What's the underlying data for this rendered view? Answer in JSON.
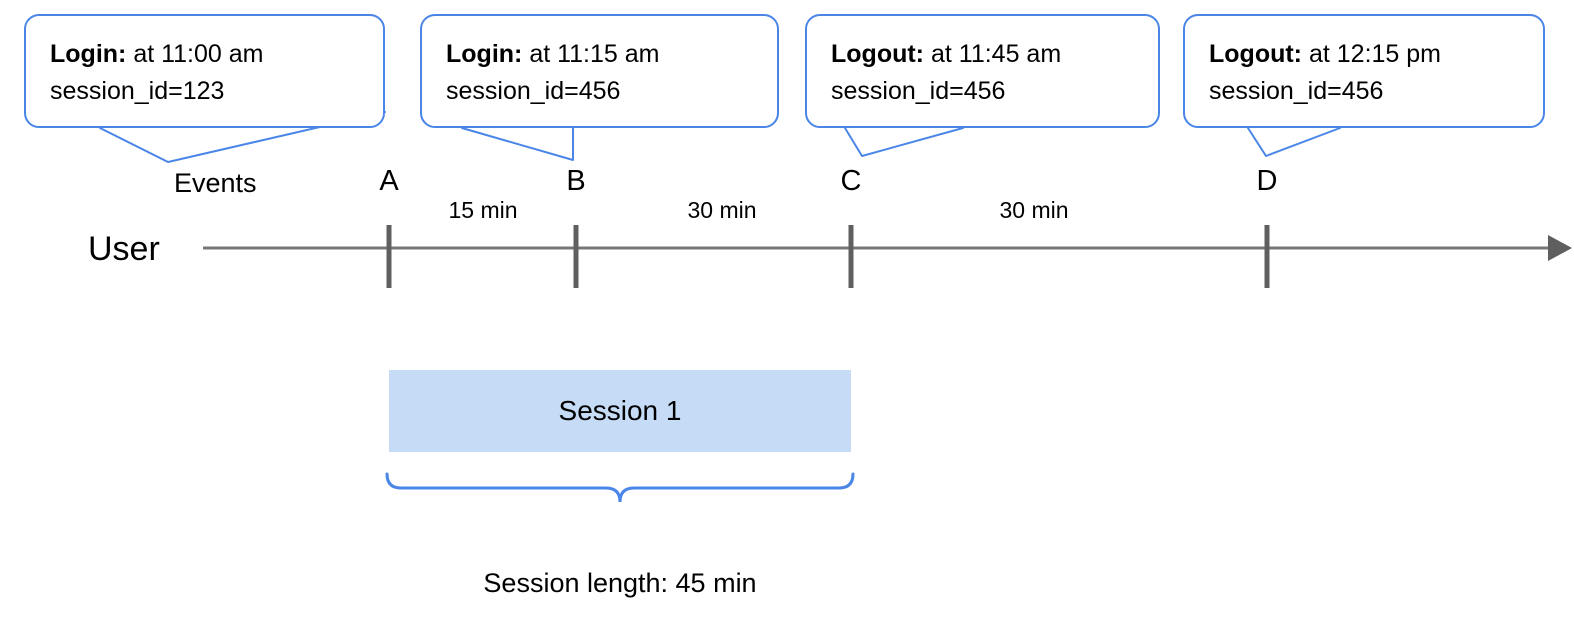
{
  "diagram": {
    "title_axis_label": "User",
    "events_row_label": "Events",
    "colors": {
      "callout_border": "#4a86e8",
      "brace": "#4a86e8",
      "session_fill": "#c6dbf6",
      "axis_line": "#777777",
      "tick": "#5f5f5f",
      "text": "#000000"
    },
    "callouts": [
      {
        "event": "Login:",
        "time": "at 11:00 am",
        "session": "session_id=123"
      },
      {
        "event": "Login:",
        "time": "at 11:15 am",
        "session": "session_id=456"
      },
      {
        "event": "Logout:",
        "time": "at 11:45 am",
        "session": "session_id=456"
      },
      {
        "event": "Logout:",
        "time": "at 12:15 pm",
        "session": "session_id=456"
      }
    ],
    "markers": [
      {
        "label": "A"
      },
      {
        "label": "B"
      },
      {
        "label": "C"
      },
      {
        "label": "D"
      }
    ],
    "intervals": [
      {
        "label": "15 min"
      },
      {
        "label": "30 min"
      },
      {
        "label": "30 min"
      }
    ],
    "session": {
      "bar_label": "Session 1",
      "length_caption": "Session length: 45 min"
    }
  }
}
